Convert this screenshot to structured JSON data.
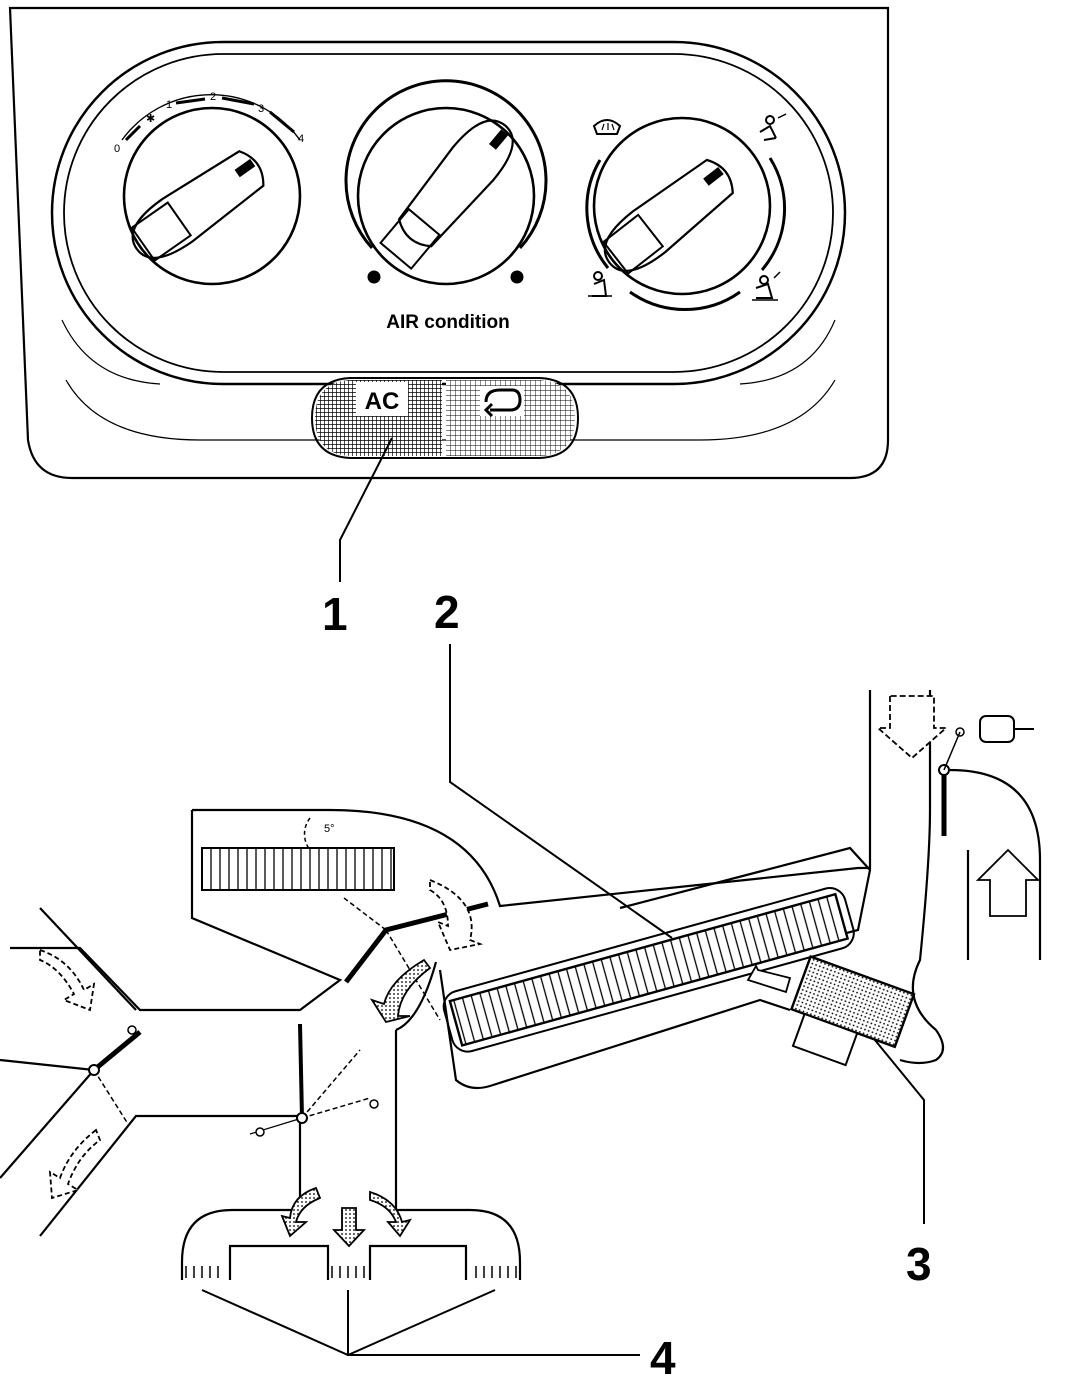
{
  "panel": {
    "title": "AIR condition",
    "ac_button_label": "AC",
    "recirc_button_icon": "recirculation-arrow-icon",
    "fan_scale": [
      "0",
      "1",
      "2",
      "3",
      "4"
    ],
    "fan_snowflake_icon": "snowflake-icon",
    "mode_icons": [
      "defrost-windshield-icon",
      "face-vent-icon",
      "foot-vent-icon",
      "foot-and-defrost-icon"
    ]
  },
  "callouts": {
    "one": "1",
    "two": "2",
    "three": "3",
    "four": "4"
  },
  "flap_angle_label": "5°",
  "colors": {
    "ink": "#000000",
    "paper": "#ffffff",
    "hatch": "#000000"
  }
}
